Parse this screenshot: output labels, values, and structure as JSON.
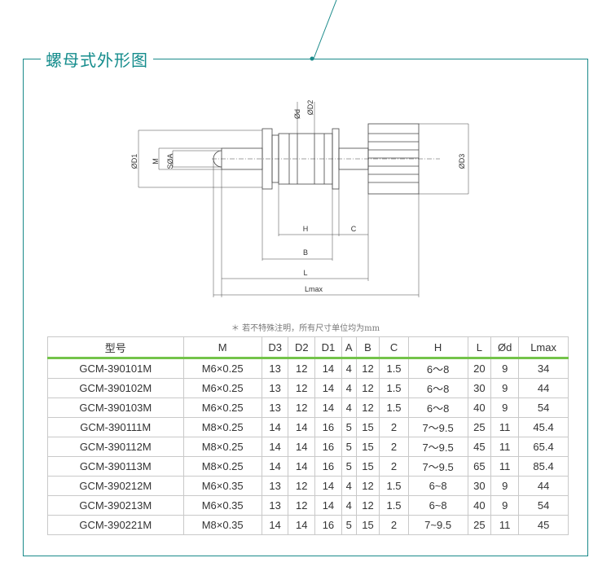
{
  "title": "螺母式外形图",
  "drawing_labels": {
    "d1": "ØD1",
    "m": "M",
    "sa": "SØA",
    "d": "Ød",
    "d2": "ØD2",
    "d3": "ØD3",
    "h": "H",
    "c": "C",
    "b": "B",
    "l": "L",
    "lmax": "Lmax"
  },
  "note": "＊ 若不特殊注明，所有尺寸单位均为mm",
  "table": {
    "headers": [
      "型号",
      "M",
      "D3",
      "D2",
      "D1",
      "A",
      "B",
      "C",
      "H",
      "L",
      "Ød",
      "Lmax"
    ],
    "rows": [
      [
        "GCM-390101M",
        "M6×0.25",
        "13",
        "12",
        "14",
        "4",
        "12",
        "1.5",
        "6～8",
        "20",
        "9",
        "34"
      ],
      [
        "GCM-390102M",
        "M6×0.25",
        "13",
        "12",
        "14",
        "4",
        "12",
        "1.5",
        "6～8",
        "30",
        "9",
        "44"
      ],
      [
        "GCM-390103M",
        "M6×0.25",
        "13",
        "12",
        "14",
        "4",
        "12",
        "1.5",
        "6～8",
        "40",
        "9",
        "54"
      ],
      [
        "GCM-390111M",
        "M8×0.25",
        "14",
        "14",
        "16",
        "5",
        "15",
        "2",
        "7～9.5",
        "25",
        "11",
        "45.4"
      ],
      [
        "GCM-390112M",
        "M8×0.25",
        "14",
        "14",
        "16",
        "5",
        "15",
        "2",
        "7～9.5",
        "45",
        "11",
        "65.4"
      ],
      [
        "GCM-390113M",
        "M8×0.25",
        "14",
        "14",
        "16",
        "5",
        "15",
        "2",
        "7～9.5",
        "65",
        "11",
        "85.4"
      ],
      [
        "GCM-390212M",
        "M6×0.35",
        "13",
        "12",
        "14",
        "4",
        "12",
        "1.5",
        "6~8",
        "30",
        "9",
        "44"
      ],
      [
        "GCM-390213M",
        "M6×0.35",
        "13",
        "12",
        "14",
        "4",
        "12",
        "1.5",
        "6~8",
        "40",
        "9",
        "54"
      ],
      [
        "GCM-390221M",
        "M8×0.35",
        "14",
        "14",
        "16",
        "5",
        "15",
        "2",
        "7~9.5",
        "25",
        "11",
        "45"
      ]
    ]
  },
  "colors": {
    "accent": "#148c8c",
    "header_rule": "#74c34a",
    "frame": "#1a8a8a"
  }
}
